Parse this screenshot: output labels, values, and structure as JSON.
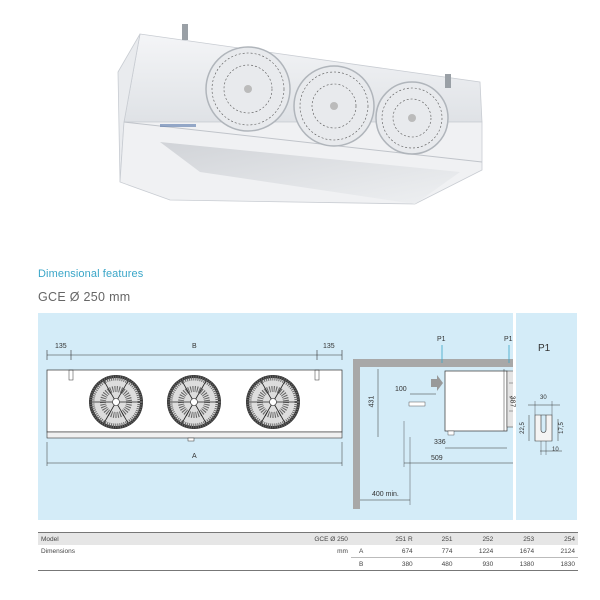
{
  "section": {
    "title": "Dimensional features",
    "model_heading": "GCE Ø 250 mm"
  },
  "front_view": {
    "dim_left": "135",
    "dim_center": "B",
    "dim_right": "135",
    "dim_total": "A",
    "fan_count": 3
  },
  "side_view": {
    "p1_left": "P1",
    "p1_right": "P1",
    "dim_height_total": "431",
    "dim_height_fan": "387",
    "dim_100": "100",
    "dim_336": "336",
    "dim_509": "509",
    "dim_clearance": "400 min."
  },
  "detail_p1": {
    "label": "P1",
    "dim_width": "30",
    "dim_height_outer": "22,5",
    "dim_height_inner": "17,5",
    "dim_slot": "10"
  },
  "colors": {
    "panel_bg": "#d4ecf8",
    "title_accent": "#3aa6c8",
    "airflow_in": "#999999",
    "airflow_out": "#2aa0d8"
  },
  "table": {
    "header": {
      "label": "Model",
      "series": "GCE Ø 250",
      "models": [
        "251 R",
        "251",
        "252",
        "253",
        "254"
      ]
    },
    "rows": [
      {
        "label": "Dimensions",
        "unit": "mm",
        "key": "A",
        "values": [
          "674",
          "774",
          "1224",
          "1674",
          "2124"
        ]
      },
      {
        "label": "",
        "unit": "",
        "key": "B",
        "values": [
          "380",
          "480",
          "930",
          "1380",
          "1830"
        ]
      }
    ]
  }
}
